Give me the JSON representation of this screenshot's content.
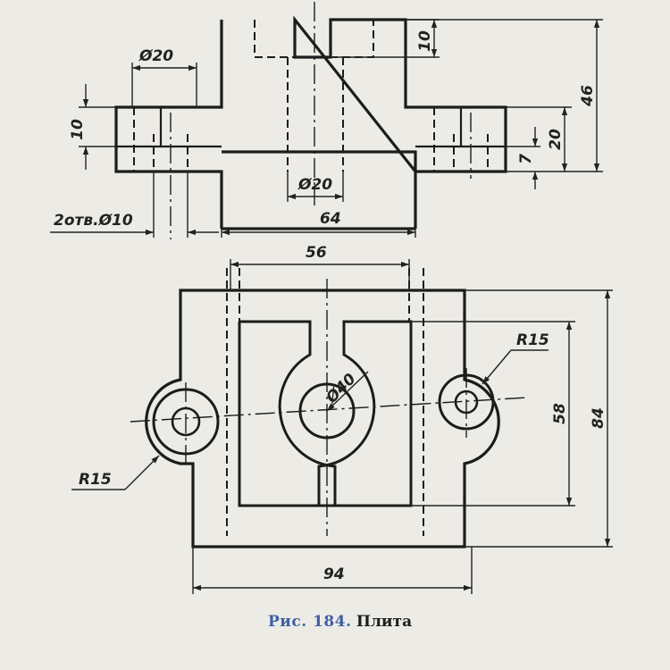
{
  "caption": {
    "label": "Рис. 184.",
    "title": "Плита"
  },
  "front_view": {
    "dims": {
      "hole_dia": "Ø20",
      "flange_thickness": "10",
      "slot_depth": "10",
      "total_height": "46",
      "flange_height": "20",
      "bottom_step": "7",
      "bore_dia": "Ø20",
      "base_width": "64",
      "holes_note": "2отв.Ø10"
    }
  },
  "top_view": {
    "dims": {
      "inner_width": "56",
      "center_dia": "Ø40",
      "ear_radius_right": "R15",
      "ear_radius_left": "R15",
      "inner_height": "58",
      "total_height": "84",
      "total_width": "94"
    }
  },
  "colors": {
    "ink": "#1c1c1c",
    "caption_label": "#3f5fa3",
    "paper": "#ecebe6"
  }
}
